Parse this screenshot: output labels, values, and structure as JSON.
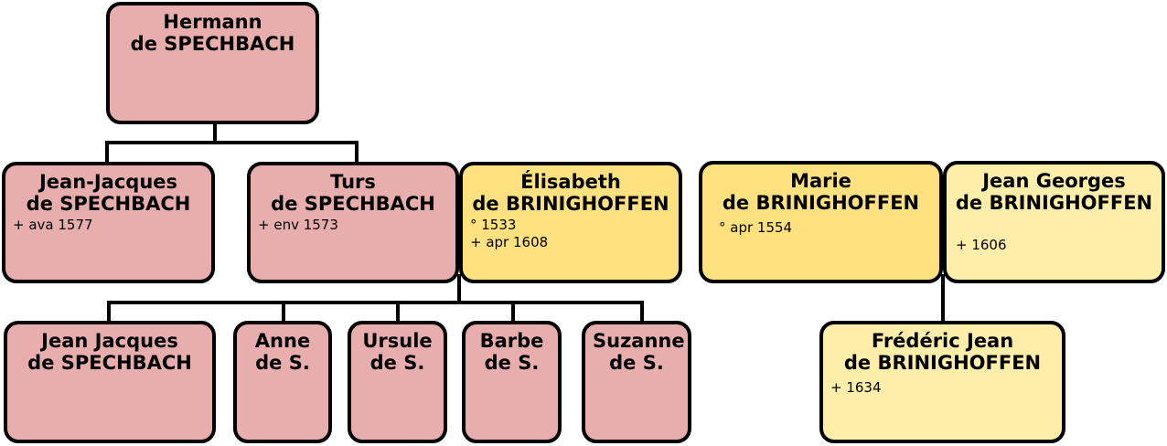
{
  "colors": {
    "spechbach": "#e8aeae",
    "bringhoffen": "#ffe17f",
    "bringhoffen_light": "#ffeeaa",
    "line": "#000000"
  },
  "people": {
    "hermann": {
      "first": "Hermann",
      "last": "de SPECHBACH"
    },
    "jean_jacques_1": {
      "first": "Jean-Jacques",
      "last": "de SPECHBACH",
      "dates": [
        "+ ava 1577"
      ]
    },
    "turs": {
      "first": "Turs",
      "last": "de SPECHBACH",
      "dates": [
        "+ env 1573"
      ]
    },
    "elisabeth": {
      "first": "Élisabeth",
      "last": "de BRINIGHOFFEN",
      "dates": [
        "° 1533",
        "+ apr 1608"
      ]
    },
    "marie": {
      "first": "Marie",
      "last": "de BRINIGHOFFEN",
      "dates": [
        "° apr 1554"
      ]
    },
    "jean_georges": {
      "first": "Jean Georges",
      "last": "de BRINIGHOFFEN",
      "dates": [
        "+ 1606"
      ]
    },
    "jean_jacques_2": {
      "first": "Jean Jacques",
      "last": "de SPECHBACH"
    },
    "anne": {
      "first": "Anne",
      "last": "de S."
    },
    "ursule": {
      "first": "Ursule",
      "last": "de S."
    },
    "barbe": {
      "first": "Barbe",
      "last": "de S."
    },
    "suzanne": {
      "first": "Suzanne",
      "last": "de S."
    },
    "frederic": {
      "first": "Frédéric Jean",
      "last": "de BRINIGHOFFEN",
      "dates": [
        "+ 1634"
      ]
    }
  }
}
